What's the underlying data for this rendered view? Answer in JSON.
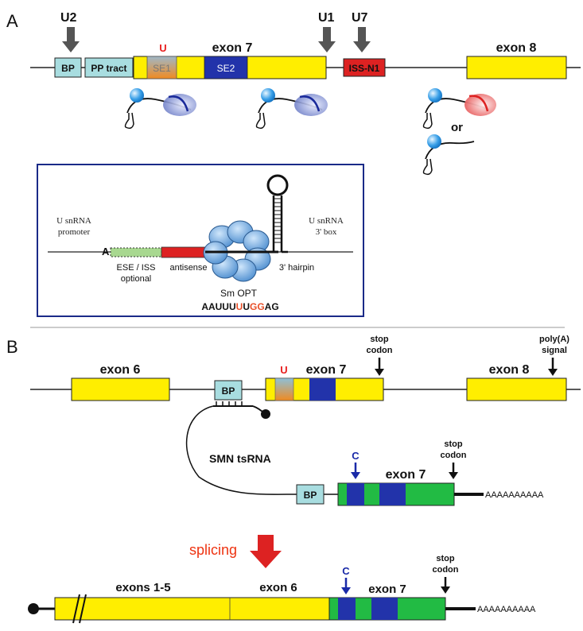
{
  "panel_a": {
    "letter": "A",
    "arrows": {
      "u2": "U2",
      "u1": "U1",
      "u7": "U7"
    },
    "boxes": {
      "bp": "BP",
      "pp_tract": "PP tract",
      "se1": "SE1",
      "se2": "SE2",
      "iss_n1": "ISS-N1"
    },
    "exon7": "exon 7",
    "exon8": "exon 8",
    "u_mark": "U",
    "or": "or"
  },
  "construct": {
    "promoter_l1": "U snRNA",
    "promoter_l2": "promoter",
    "box_l1": "U snRNA",
    "box_l2": "3' box",
    "a_letter": "A",
    "ese_l1": "ESE / ISS",
    "ese_l2": "optional",
    "antisense": "antisense",
    "hairpin": "3' hairpin",
    "sm_opt": "Sm OPT",
    "seq": [
      {
        "t": "AAUUU",
        "c": "#111111"
      },
      {
        "t": "U",
        "c": "#e8502a"
      },
      {
        "t": "U",
        "c": "#111111"
      },
      {
        "t": "GG",
        "c": "#e8502a"
      },
      {
        "t": "AG",
        "c": "#111111"
      }
    ]
  },
  "panel_b": {
    "letter": "B",
    "exon6": "exon 6",
    "exon7": "exon 7",
    "exon8": "exon 8",
    "bp": "BP",
    "u_mark": "U",
    "stop_l1": "stop",
    "stop_l2": "codon",
    "polya_l1": "poly(A)",
    "polya_l2": "signal",
    "tsrna": "SMN tsRNA",
    "c_mark": "C",
    "polya_tail": "AAAAAAAAAA",
    "splicing": "splicing",
    "exons15": "exons 1-5"
  },
  "colors": {
    "exon_yellow": "#ffee00",
    "blue": "#2233aa",
    "green": "#22bb44",
    "bp_box": "#a8dde0",
    "red": "#dd2222",
    "orange_red": "#ee3311"
  }
}
